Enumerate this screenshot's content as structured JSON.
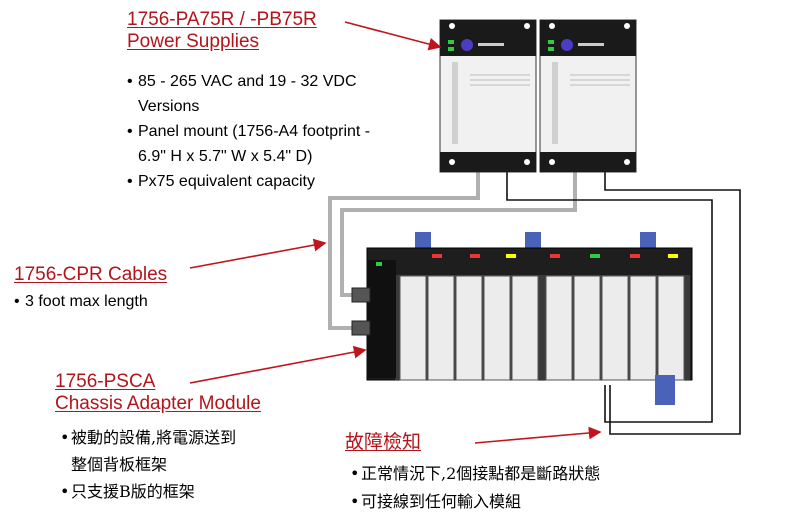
{
  "power_supply": {
    "title_lines": [
      "1756-PA75R / -PB75R",
      "Power Supplies"
    ],
    "bullets": [
      "85 - 265 VAC and 19 - 32 VDC",
      "Versions",
      "Panel mount (1756-A4 footprint -",
      "6.9\" H x 5.7\" W x 5.4\" D)",
      "Px75 equivalent capacity"
    ]
  },
  "cables": {
    "title": "1756-CPR Cables",
    "bullets": [
      "3 foot max length"
    ]
  },
  "adapter": {
    "title_lines": [
      "1756-PSCA",
      "Chassis Adapter Module"
    ],
    "bullets": [
      "被動的設備,將電源送到",
      "整個背板框架",
      "只支援B版的框架"
    ]
  },
  "fault": {
    "title": "故障檢知",
    "bullets": [
      "正常情況下,2個接點都是斷路狀態",
      "可接線到任何輸入模組"
    ]
  },
  "colors": {
    "title_red": "#b3141b",
    "arrow_red": "#c0141c",
    "cable_gray": "#b0b0b0",
    "wire_black": "#111111",
    "module_face": "#ececec"
  }
}
